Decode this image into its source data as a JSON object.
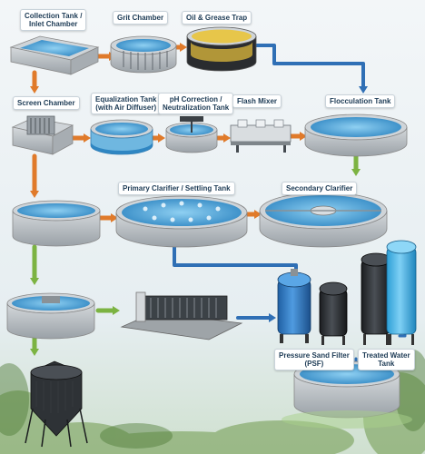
{
  "labels": {
    "collection_tank": [
      "Collection Tank /",
      "Inlet Chamber"
    ],
    "grit_chamber": [
      "Grit Chamber"
    ],
    "oil_grease_trap": [
      "Oil & Grease Trap"
    ],
    "screen_chamber": [
      "Screen Chamber"
    ],
    "equalization_tank": [
      "Equalization Tank",
      "(with Air Diffuser)"
    ],
    "ph_correction": [
      "pH Correction /",
      "Neutralization Tank"
    ],
    "flash_mixer": [
      "Flash Mixer"
    ],
    "flocculation_tank": [
      "Flocculation Tank"
    ],
    "primary_clarifier": [
      "Primary Clarifier / Settling Tank"
    ],
    "secondary_clarifier": [
      "Secondary Clarifier"
    ],
    "psf": [
      "Pressure Sand Filter",
      "(PSF)"
    ],
    "treated_water_tank": [
      "Treated Water",
      "Tank"
    ]
  },
  "colors": {
    "arrow_orange": "#e07a2a",
    "arrow_green": "#7cb342",
    "arrow_blue": "#2f6fb5",
    "water": "#4aa3d8",
    "concrete": "#b9bec2",
    "label_text": "#1d3b55"
  }
}
